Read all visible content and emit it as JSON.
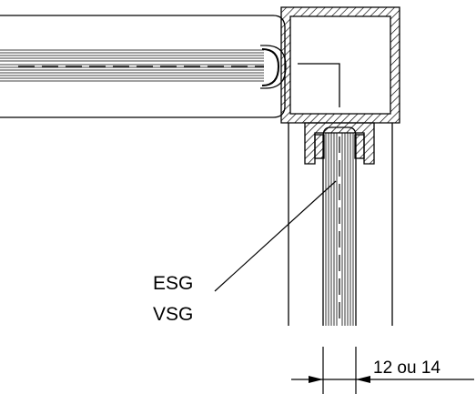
{
  "labels": {
    "glass_type_1": "ESG",
    "glass_type_2": "VSG",
    "dimension": "12 ou 14"
  },
  "colors": {
    "stroke": "#000000",
    "background": "#ffffff"
  }
}
